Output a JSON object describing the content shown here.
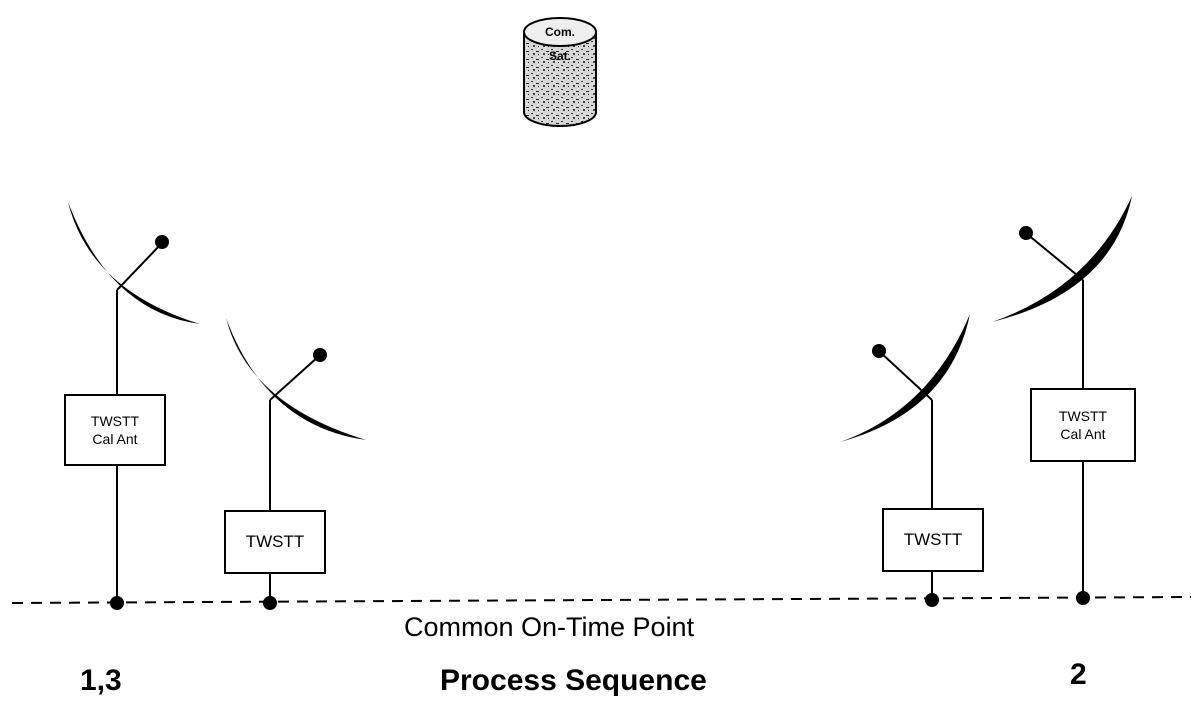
{
  "satellite": {
    "line1": "Com.",
    "line2": "Sat."
  },
  "left_station": {
    "cal_box": {
      "line1": "TWSTT",
      "line2": "Cal Ant"
    },
    "main_box": "TWSTT",
    "sequence": "1,3"
  },
  "right_station": {
    "cal_box": {
      "line1": "TWSTT",
      "line2": "Cal Ant"
    },
    "main_box": "TWSTT",
    "sequence": "2"
  },
  "reference_line_label": "Common On-Time Point",
  "sequence_title": "Process Sequence"
}
